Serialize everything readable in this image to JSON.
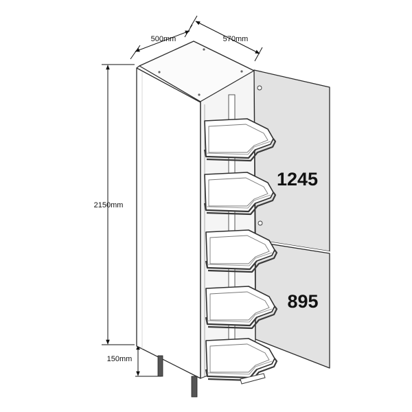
{
  "dimensions": {
    "depth": "500mm",
    "width": "570mm",
    "height": "2150mm",
    "plinth": "150mm"
  },
  "door_labels": {
    "upper": "1245",
    "lower": "895"
  },
  "colors": {
    "door": "#e2e2e2",
    "cabinet_side": "#ffffff",
    "interior": "#f3f3f3",
    "edge": "#2a2a2a"
  }
}
